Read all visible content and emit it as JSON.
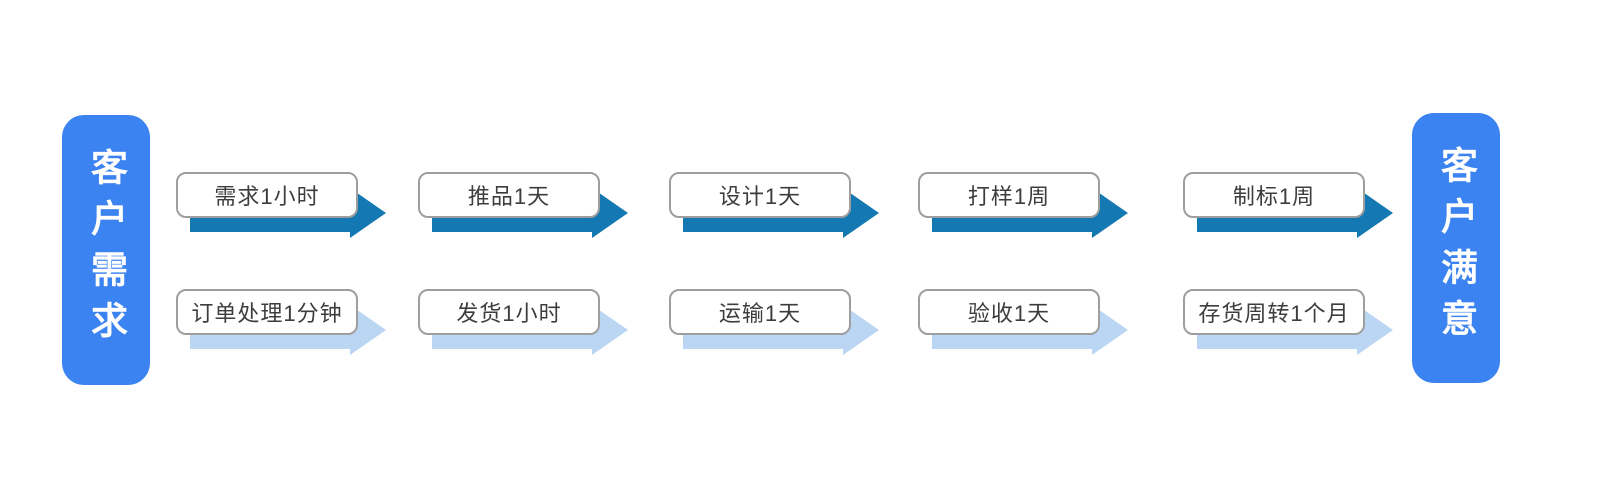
{
  "diagram": {
    "endpoints": {
      "start": {
        "label": "客户需求"
      },
      "end": {
        "label": "客户满意"
      }
    },
    "rows": [
      {
        "id": "top-process-row",
        "arrow_color": "#1478B2",
        "steps": [
          {
            "label": "需求1小时"
          },
          {
            "label": "推品1天"
          },
          {
            "label": "设计1天"
          },
          {
            "label": "打样1周"
          },
          {
            "label": "制标1周"
          }
        ]
      },
      {
        "id": "bottom-process-row",
        "arrow_color": "#BAD6F2",
        "steps": [
          {
            "label": "订单处理1分钟"
          },
          {
            "label": "发货1小时"
          },
          {
            "label": "运输1天"
          },
          {
            "label": "验收1天"
          },
          {
            "label": "存货周转1个月"
          }
        ]
      }
    ],
    "colors": {
      "endpoint_fill": "#3B83F0",
      "endpoint_text": "#FFFFFF",
      "top_arrow": "#1478B2",
      "bottom_arrow": "#BAD6F2",
      "box_border": "#9E9E9E",
      "box_text": "#3D3D3D",
      "background": "#FFFFFF"
    }
  }
}
